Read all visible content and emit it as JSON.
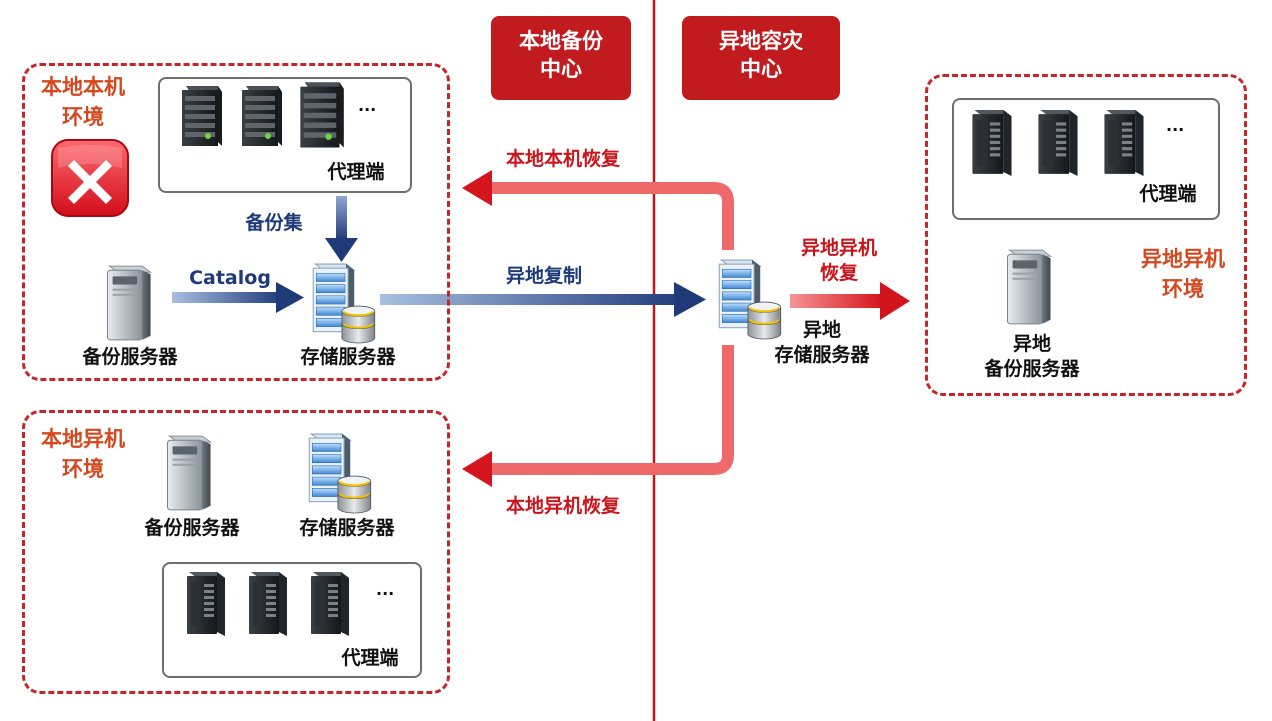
{
  "headers": {
    "local_backup_center": "本地备份\n中心",
    "remote_dr_center": "异地容灾\n中心"
  },
  "zones": {
    "local_native": {
      "label": "本地本机\n环境",
      "agent_label": "代理端",
      "dots": "...",
      "backup_set_label": "备份集",
      "catalog_label": "Catalog",
      "backup_server_label": "备份服务器",
      "storage_server_label": "存储服务器"
    },
    "local_other": {
      "label": "本地异机\n环境",
      "backup_server_label": "备份服务器",
      "storage_server_label": "存储服务器",
      "agent_label": "代理端",
      "dots": "..."
    },
    "remote_other": {
      "label": "异地异机\n环境",
      "agent_label": "代理端",
      "dots": "...",
      "backup_server_label": "异地\n备份服务器"
    }
  },
  "remote_storage_label": "异地\n存储服务器",
  "flows": {
    "local_native_restore": "本地本机恢复",
    "remote_replication": "异地复制",
    "local_other_restore": "本地异机恢复",
    "remote_other_restore": "异地异机\n恢复"
  },
  "colors": {
    "accent_red": "#c8161d",
    "zone_label_orange": "#d4481e",
    "flow_blue": "#1f3a78",
    "header_red": "#c11a1f"
  }
}
